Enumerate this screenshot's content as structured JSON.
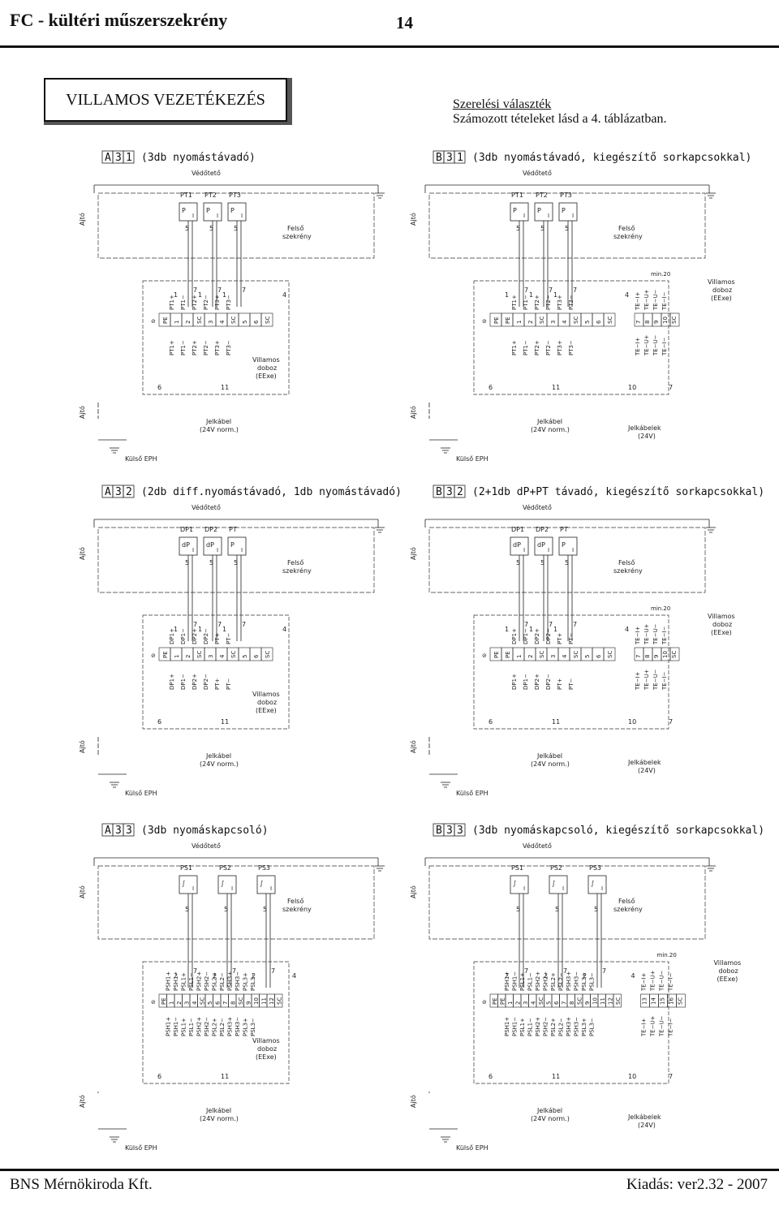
{
  "header": {
    "title": "FC - kültéri műszerszekrény",
    "page_number": "14"
  },
  "section_title": "VILLAMOS VEZETÉKEZÉS",
  "subtitle": {
    "line1": "Szerelési választék",
    "line2": "Számozott tételeket lásd a 4. táblázatban."
  },
  "footer": {
    "left": "BNS Mérnökiroda Kft.",
    "right": "Kiadás: ver2.32 - 2007"
  },
  "labels": {
    "vedotetoe": "Védőtető",
    "ajto": "Ajtó",
    "felso": "Felső",
    "szekreny": "szekrény",
    "villamos": "Villamos",
    "doboz": "doboz",
    "eexe": "(EExe)",
    "jelkabel": "Jelkábel",
    "norm": "(24V norm.)",
    "jelkabelek": "Jelkábelek",
    "v24": "(24V)",
    "kulso_eph": "Külső EPH",
    "min20": "min.20"
  },
  "diagrams": [
    {
      "code": "A31",
      "desc": "(3db nyomástávadó)",
      "devices": [
        "PT1",
        "PT2",
        "PT3"
      ],
      "syms": [
        "P",
        "P",
        "P"
      ],
      "extended": false,
      "top": [
        "PT1+",
        "PT1−",
        "PT2+",
        "PT2−",
        "PT3+",
        "PT3−"
      ],
      "bottom": [
        "PT1+",
        "PT1−",
        "PT2+",
        "PT2−",
        "PT3+",
        "PT3−"
      ],
      "terms": [
        "PE",
        "1",
        "2",
        "SC",
        "3",
        "4",
        "SC",
        "5",
        "6",
        "SC"
      ]
    },
    {
      "code": "B31",
      "desc": "(3db nyomástávadó, kiegészítő sorkapcsokkal)",
      "devices": [
        "PT1",
        "PT2",
        "PT3"
      ],
      "syms": [
        "P",
        "P",
        "P"
      ],
      "extended": true,
      "top": [
        "PT1+",
        "PT1−",
        "PT2+",
        "PT2−",
        "PT3+",
        "PT3−"
      ],
      "bottom": [
        "PT1+",
        "PT1−",
        "PT2+",
        "PT2−",
        "PT3+",
        "PT3−"
      ],
      "terms": [
        "PE",
        "PE",
        "1",
        "2",
        "SC",
        "3",
        "4",
        "SC",
        "5",
        "6",
        "SC"
      ],
      "ext_top": [
        "TE−I+",
        "TE−U+",
        "TE−U−",
        "TE−I−"
      ],
      "ext_bottom": [
        "TE−I+",
        "TE−U+",
        "TE−U−",
        "TE−I−"
      ],
      "ext_terms": [
        "7",
        "8",
        "9",
        "10",
        "SC"
      ]
    },
    {
      "code": "A32",
      "desc": "(2db diff.nyomástávadó, 1db nyomástávadó)",
      "devices": [
        "DP1",
        "DP2",
        "PT"
      ],
      "syms": [
        "dP",
        "dP",
        "P"
      ],
      "extended": false,
      "top": [
        "DP1+",
        "DP1−",
        "DP2+",
        "DP2−",
        "PT+",
        "PT−"
      ],
      "bottom": [
        "DP1+",
        "DP1−",
        "DP2+",
        "DP2−",
        "PT+",
        "PT−"
      ],
      "terms": [
        "PE",
        "1",
        "2",
        "SC",
        "3",
        "4",
        "SC",
        "5",
        "6",
        "SC"
      ]
    },
    {
      "code": "B32",
      "desc": "(2+1db dP+PT távadó, kiegészítő sorkapcsokkal)",
      "devices": [
        "DP1",
        "DP2",
        "PT"
      ],
      "syms": [
        "dP",
        "dP",
        "P"
      ],
      "extended": true,
      "top": [
        "DP1+",
        "DP1−",
        "DP2+",
        "DP2−",
        "PT+",
        "PT−"
      ],
      "bottom": [
        "DP1+",
        "DP1−",
        "DP2+",
        "DP2−",
        "PT+",
        "PT−"
      ],
      "terms": [
        "PE",
        "PE",
        "1",
        "2",
        "SC",
        "3",
        "4",
        "SC",
        "5",
        "6",
        "SC"
      ],
      "ext_top": [
        "TE−I+",
        "TE−U+",
        "TE−U−",
        "TE−I−"
      ],
      "ext_bottom": [
        "TE−I+",
        "TE−U+",
        "TE−U−",
        "TE−I−"
      ],
      "ext_terms": [
        "7",
        "8",
        "9",
        "10",
        "SC"
      ]
    },
    {
      "code": "A33",
      "desc": "(3db nyomáskapcsoló)",
      "devices": [
        "PS1",
        "PS2",
        "PS3"
      ],
      "syms": [
        "∫",
        "∫",
        "∫"
      ],
      "extended": false,
      "top": [
        "PSH1+",
        "PSH1−",
        "PSL1+",
        "PSL1−",
        "PSH2+",
        "PSH2−",
        "PSL2+",
        "PSL2−",
        "PSH3+",
        "PSH3−",
        "PSL3+",
        "PSL3−"
      ],
      "bottom": [
        "PSH1+",
        "PSH1−",
        "PSL1+",
        "PSL1−",
        "PSH2+",
        "PSH2−",
        "PSL2+",
        "PSL2−",
        "PSH3+",
        "PSH3−",
        "PSL3+",
        "PSL3−"
      ],
      "terms": [
        "PE",
        "1",
        "2",
        "3",
        "4",
        "SC",
        "5",
        "6",
        "7",
        "8",
        "SC",
        "9",
        "10",
        "11",
        "12",
        "SC"
      ]
    },
    {
      "code": "B33",
      "desc": "(3db nyomáskapcsoló, kiegészítő sorkapcsokkal)",
      "devices": [
        "PS1",
        "PS2",
        "PS3"
      ],
      "syms": [
        "∫",
        "∫",
        "∫"
      ],
      "extended": true,
      "top": [
        "PSH1+",
        "PSH1−",
        "PSL1+",
        "PSL1−",
        "PSH2+",
        "PSH2−",
        "PSL2+",
        "PSL2−",
        "PSH3+",
        "PSH3−",
        "PSL3+",
        "PSL3−"
      ],
      "bottom": [
        "PSH1+",
        "PSH1−",
        "PSL1+",
        "PSL1−",
        "PSH2+",
        "PSH2−",
        "PSL2+",
        "PSL2−",
        "PSH3+",
        "PSH3−",
        "PSL3+",
        "PSL3−"
      ],
      "terms": [
        "PE",
        "PE",
        "1",
        "2",
        "3",
        "4",
        "SC",
        "5",
        "6",
        "7",
        "8",
        "SC",
        "9",
        "10",
        "11",
        "12",
        "SC"
      ],
      "ext_top": [
        "TE−I+",
        "TE−U+",
        "TE−U−",
        "TE−I−"
      ],
      "ext_bottom": [
        "TE−I+",
        "TE−U+",
        "TE−U−",
        "TE−I−"
      ],
      "ext_terms": [
        "13",
        "14",
        "15",
        "16",
        "SC"
      ]
    }
  ]
}
